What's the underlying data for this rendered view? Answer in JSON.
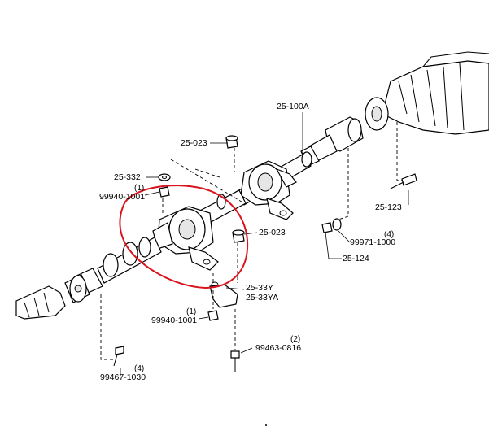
{
  "diagram": {
    "labels": {
      "p25_100a": "25-100A",
      "p25_023_top": "25-023",
      "p25_332": "25-332",
      "q1_a": "(1)",
      "p99940_a": "99940-1001",
      "p25_023_mid": "25-023",
      "p25_123": "25-123",
      "q4_a": "(4)",
      "p99971": "99971-1000",
      "p25_124": "25-124",
      "p25_33y": "25-33Y",
      "p25_33ya": "25-33YA",
      "q1_b": "(1)",
      "p99940_b": "99940-1001",
      "q2": "(2)",
      "p99463": "99463-0816",
      "q4_b": "(4)",
      "p99467": "99467-1030"
    },
    "colors": {
      "ink": "#000000",
      "highlight": "#d9141e",
      "paper": "#ffffff"
    }
  }
}
